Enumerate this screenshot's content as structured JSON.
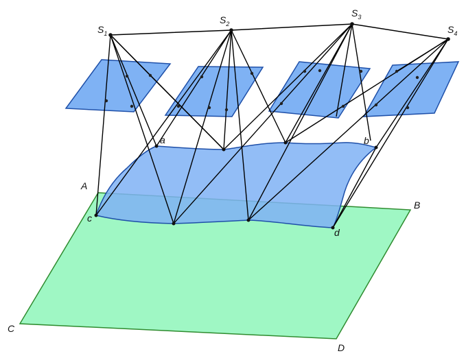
{
  "colors": {
    "ground_fill": "#9ff7c4",
    "ground_stroke": "#2e8b2e",
    "plane_fill": "#7fb2f4",
    "plane_stroke": "#1e4fa8",
    "surface_fill": "#7fb2f4",
    "surface_stroke": "#1e4fa8",
    "line": "#000000",
    "point": "#111111"
  },
  "labels": {
    "S1": {
      "main": "S",
      "sub": "1"
    },
    "S2": {
      "main": "S",
      "sub": "2"
    },
    "S3": {
      "main": "S",
      "sub": "3"
    },
    "S4": {
      "main": "S",
      "sub": "4"
    },
    "A": "A",
    "B": "B",
    "C": "C",
    "D": "D",
    "a": "a",
    "b": "b",
    "c": "c",
    "d": "d"
  }
}
